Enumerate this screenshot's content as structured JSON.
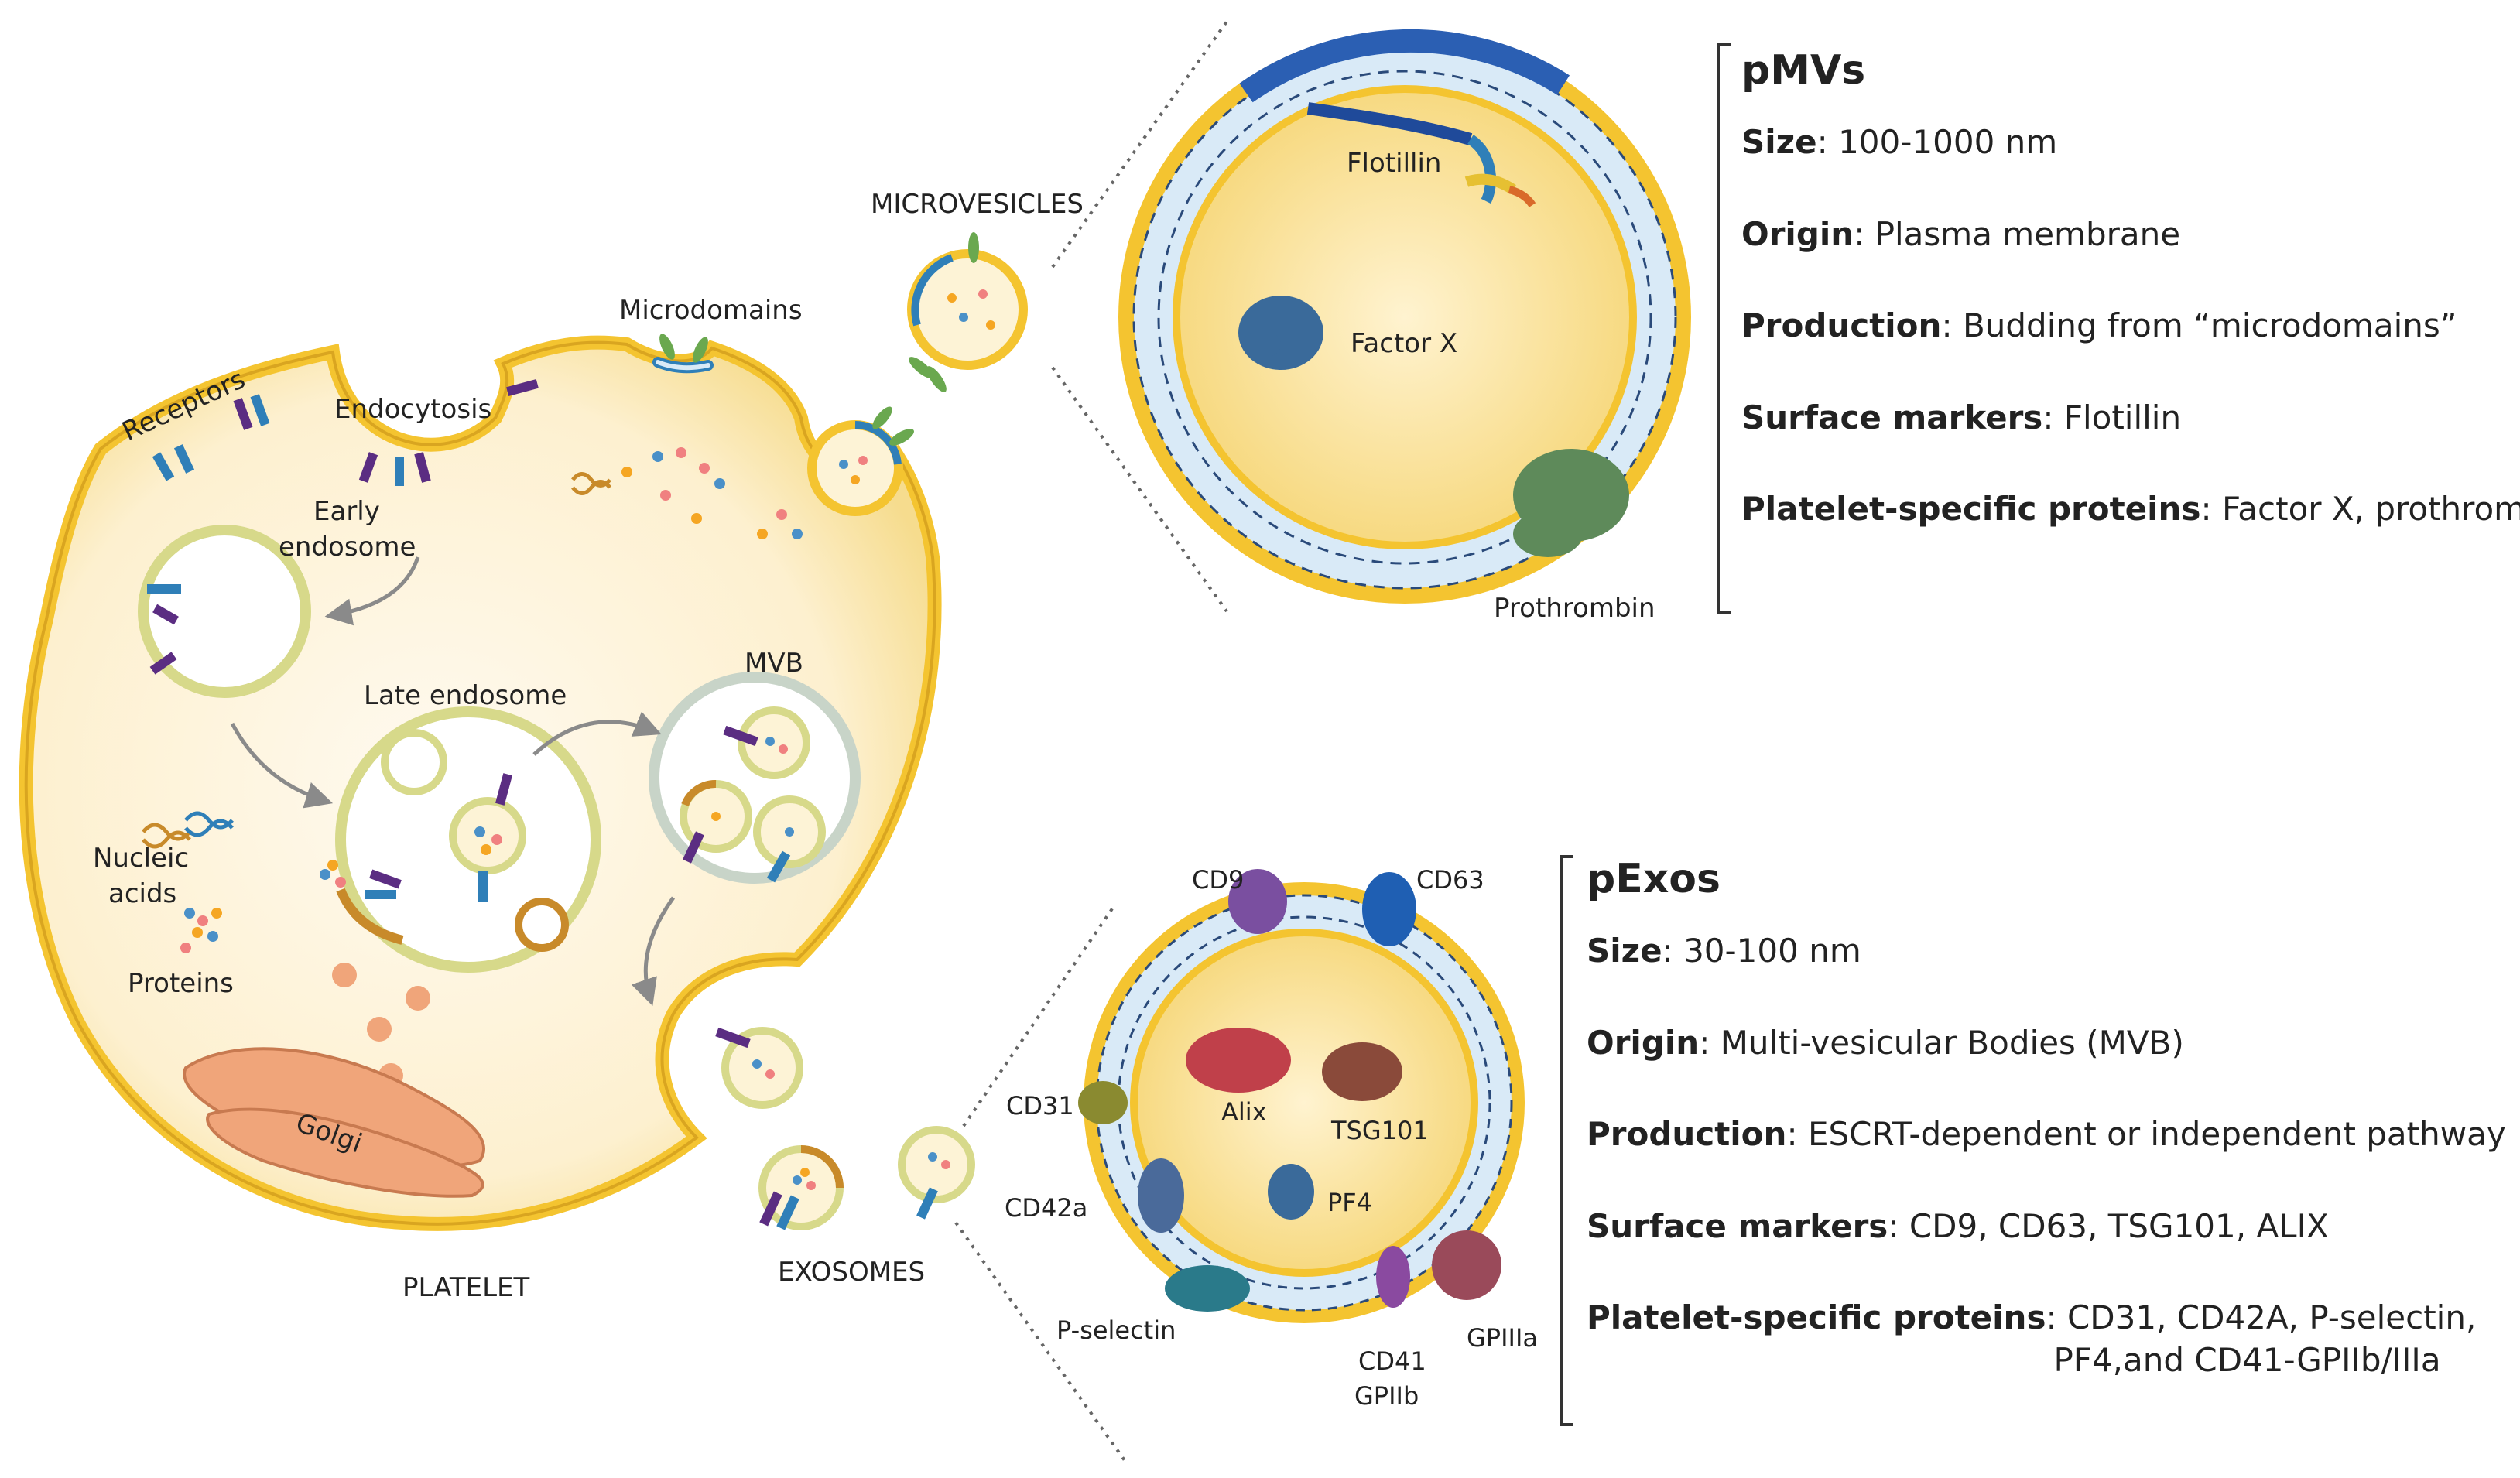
{
  "labels": {
    "receptors": "Receptors",
    "endocytosis": "Endocytosis",
    "microdomains": "Microdomains",
    "microvesicles": "MICROVESICLES",
    "early_endosome_1": "Early",
    "early_endosome_2": "endosome",
    "late_endosome": "Late endosome",
    "mvb": "MVB",
    "nucleic_acids_1": "Nucleic",
    "nucleic_acids_2": "acids",
    "proteins": "Proteins",
    "golgi": "Golgi",
    "platelet": "PLATELET",
    "exosomes": "EXOSOMES"
  },
  "mv_callout": {
    "flotillin": "Flotillin",
    "factor_x": "Factor X",
    "prothrombin": "Prothrombin"
  },
  "exo_callout": {
    "cd9": "CD9",
    "cd63": "CD63",
    "cd31": "CD31",
    "alix": "Alix",
    "tsg101": "TSG101",
    "cd42a": "CD42a",
    "pf4": "PF4",
    "p_selectin": "P-selectin",
    "cd41": "CD41",
    "gpiib": "GPIIb",
    "gpiiia": "GPIIIa"
  },
  "pmvs": {
    "title": "pMVs",
    "size_label": "Size",
    "size_value": ": 100-1000 nm",
    "origin_label": "Origin",
    "origin_value": ": Plasma membrane",
    "production_label": "Production",
    "production_value": ":  Budding from “microdomains”",
    "markers_label": "Surface markers",
    "markers_value": ":  Flotillin",
    "proteins_label": "Platelet-specific proteins",
    "proteins_value": ":  Factor X, prothrombin"
  },
  "pexos": {
    "title": "pExos",
    "size_label": "Size",
    "size_value": ": 30-100 nm",
    "origin_label": "Origin",
    "origin_value": ": Multi-vesicular Bodies (MVB)",
    "production_label": "Production",
    "production_value": ":  ESCRT-dependent or independent pathway",
    "markers_label": "Surface markers",
    "markers_value": ":  CD9, CD63, TSG101, ALIX",
    "proteins_label": "Platelet-specific proteins",
    "proteins_value_1": ":  CD31, CD42A, P-selectin,",
    "proteins_value_2": "PF4,and CD41-GPIIb/IIIa"
  },
  "colors": {
    "membrane_yellow": "#f4c430",
    "cytoplasm": "#fdf3d6",
    "vesicle_stroke": "#c8d4c8",
    "receptor_blue": "#2f7fb8",
    "receptor_purple": "#5b2d82",
    "golgi": "#f0a57a",
    "arrow_gray": "#8a8a8a",
    "bilayer_blue": "#d9eaf7",
    "protein_blue": "#3a6a9a",
    "protein_green": "#5e8a5a"
  }
}
